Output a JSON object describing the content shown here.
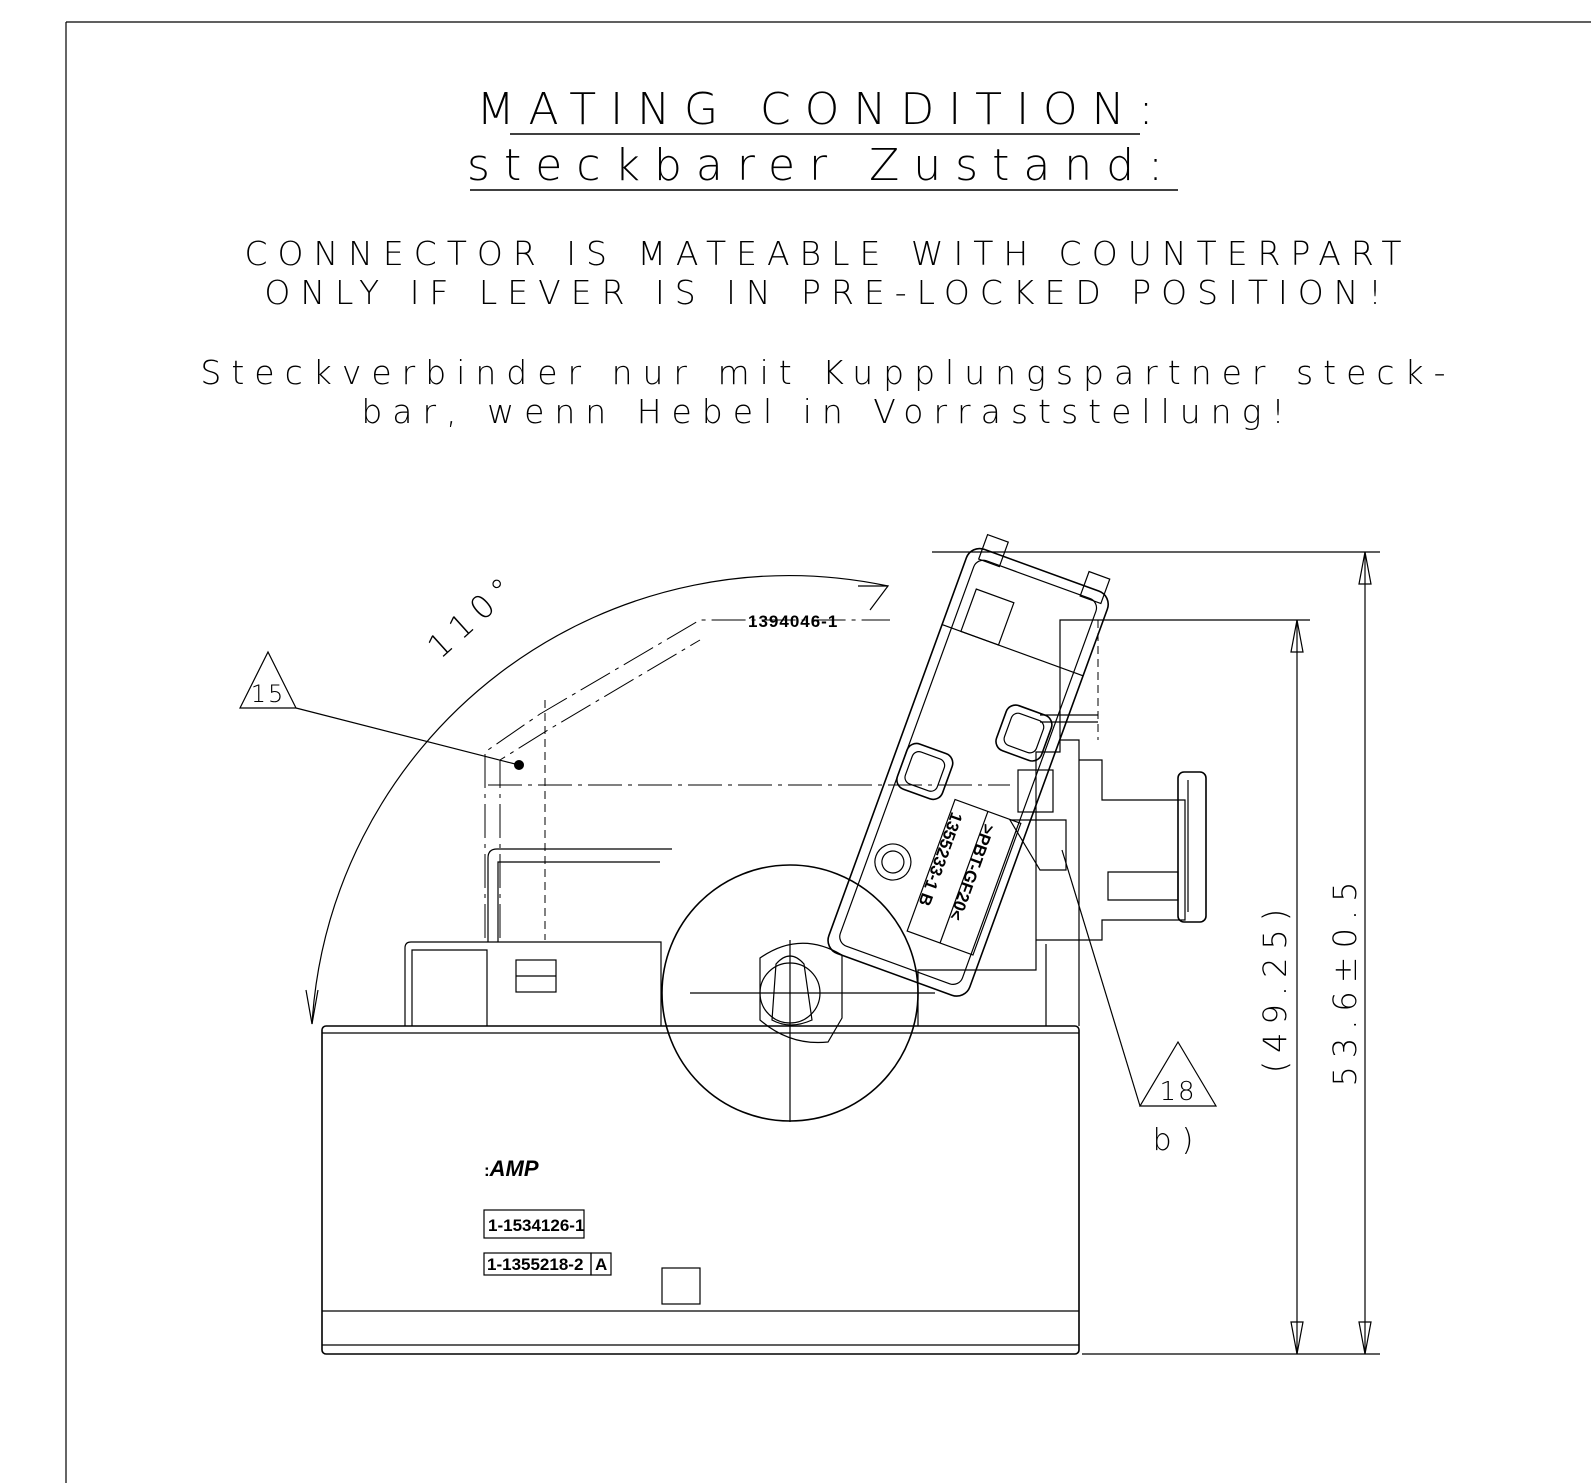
{
  "titles": {
    "en": "MATING CONDITION:",
    "de": "steckbarer Zustand:"
  },
  "note_en": {
    "line1": "CONNECTOR IS MATEABLE WITH COUNTERPART",
    "line2": "ONLY IF LEVER IS IN PRE-LOCKED POSITION!"
  },
  "note_de": {
    "line1": "Steckverbinder nur mit Kupplungspartner steck-",
    "line2": "bar, wenn Hebel in Vorraststellung!"
  },
  "callouts": {
    "ref_15": "15",
    "ref_18": "18",
    "ref_18_sub": "b)"
  },
  "dimensions": {
    "angle": "110°",
    "height_ref": "(49.25)",
    "height_total": "53.6±0.5"
  },
  "markings": {
    "brand": "AMP",
    "part_number_1": "1-1534126-1",
    "part_number_2": "1-1355218-2",
    "revision": "A",
    "lever_material": ">PBT-GF20<",
    "lever_part": "1355233-1 B",
    "lever_small": "1394046-1"
  }
}
